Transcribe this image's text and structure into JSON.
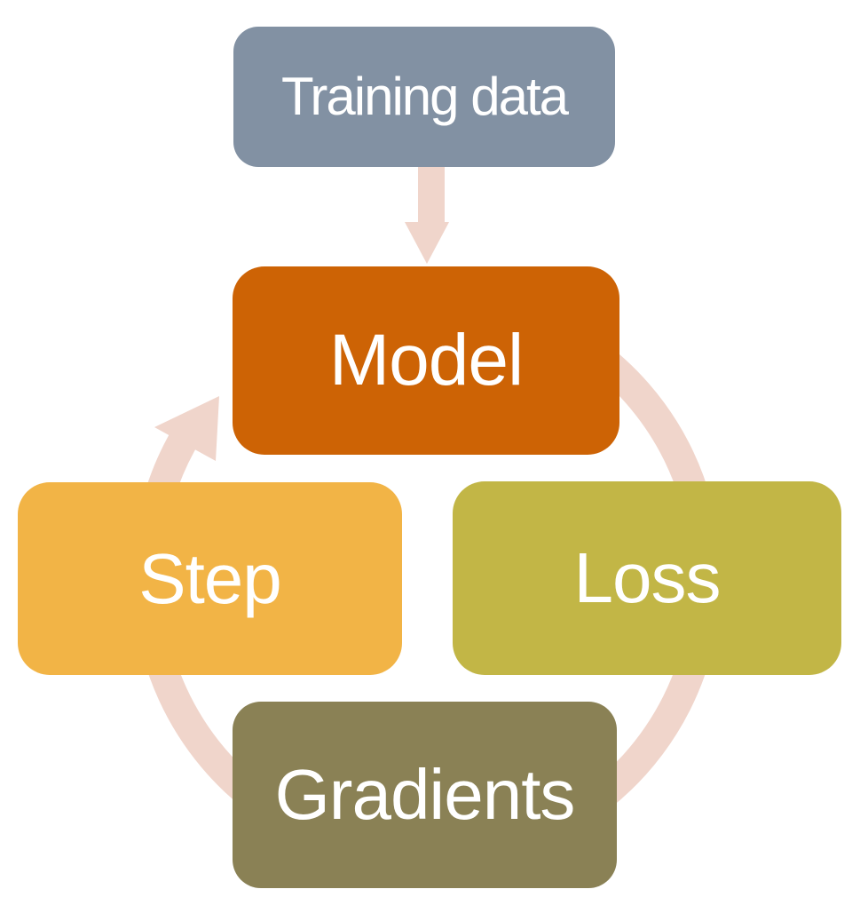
{
  "diagram": {
    "type": "cycle",
    "background_color": "#FFFFFF",
    "text_color": "#FFFFFF",
    "connector_color": "#F0D5CB",
    "nodes": [
      {
        "id": "training-data",
        "label": "Training data",
        "color": "#8291A3"
      },
      {
        "id": "model",
        "label": "Model",
        "color": "#CD6305"
      },
      {
        "id": "loss",
        "label": "Loss",
        "color": "#C2B646"
      },
      {
        "id": "gradients",
        "label": "Gradients",
        "color": "#8A8155"
      },
      {
        "id": "step",
        "label": "Step",
        "color": "#F2B446"
      }
    ],
    "edges": [
      {
        "from": "training-data",
        "to": "model",
        "style": "straight-down-arrow"
      },
      {
        "from": "model",
        "to": "loss",
        "style": "cycle-arc-clockwise"
      },
      {
        "from": "loss",
        "to": "gradients",
        "style": "cycle-arc-clockwise"
      },
      {
        "from": "gradients",
        "to": "step",
        "style": "cycle-arc-clockwise"
      },
      {
        "from": "step",
        "to": "model",
        "style": "cycle-arc-clockwise-arrowhead"
      }
    ]
  }
}
